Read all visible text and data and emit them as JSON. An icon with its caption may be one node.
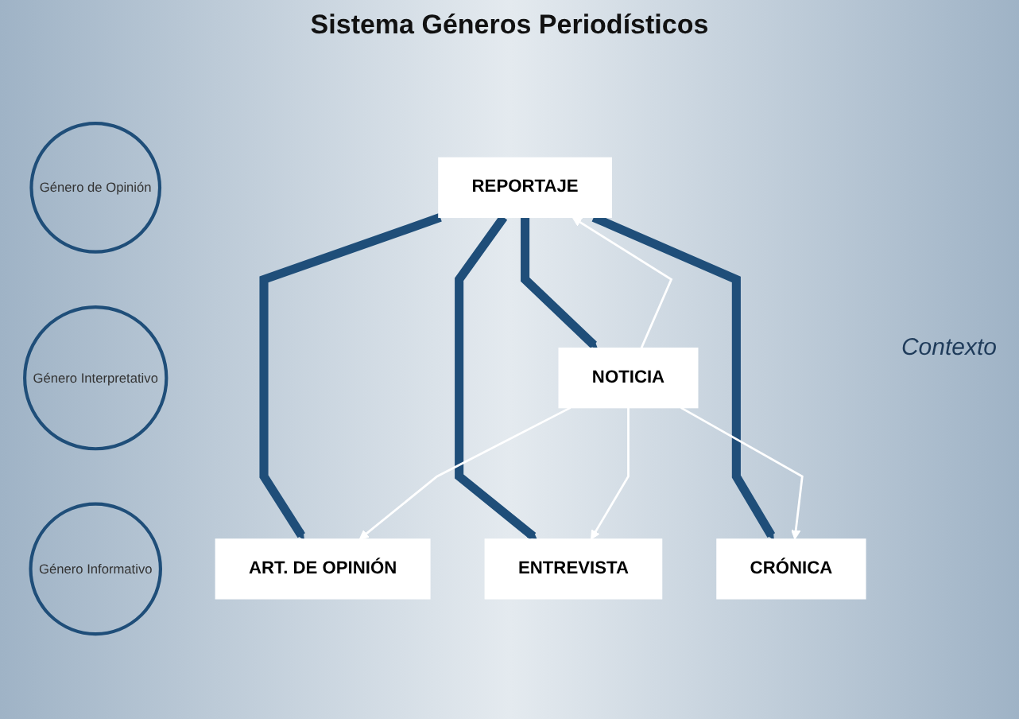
{
  "diagram": {
    "title": "Sistema Géneros Periodísticos",
    "nodes": [
      {
        "text": [
          "Género de Opinión"
        ]
      },
      {
        "text": [
          "Género Interpretativo"
        ]
      },
      {
        "text": [
          "Género Informativo"
        ]
      },
      {
        "text": [
          "ART. DE OPINIÓN"
        ]
      },
      {
        "text": [
          "ENTREVISTA"
        ]
      },
      {
        "text": [
          "REPORTAJE"
        ]
      },
      {
        "text": [
          "CRÓNICA"
        ]
      },
      {
        "text": [
          "NOTICIA"
        ]
      }
    ],
    "edges": [
      {
        "from": 5,
        "to": 3,
        "arrow": "to",
        "style": "thick"
      },
      {
        "from": 5,
        "to": 4,
        "arrow": "to",
        "style": "thick"
      },
      {
        "from": 5,
        "to": 6,
        "arrow": "to",
        "style": "thick"
      },
      {
        "from": 5,
        "to": 7,
        "arrow": "to",
        "style": "thick"
      },
      {
        "from": 7,
        "to": 4,
        "arrow": "to",
        "color": "#ffffff"
      },
      {
        "from": 7,
        "to": 5,
        "arrow": "to",
        "color": "#ffffff"
      },
      {
        "from": 7,
        "to": 6,
        "arrow": "to",
        "color": "#ffffff"
      },
      {
        "from": 7,
        "to": 3,
        "arrow": "to",
        "color": "#ffffff"
      }
    ],
    "labels": [
      "Contexto"
    ]
  }
}
